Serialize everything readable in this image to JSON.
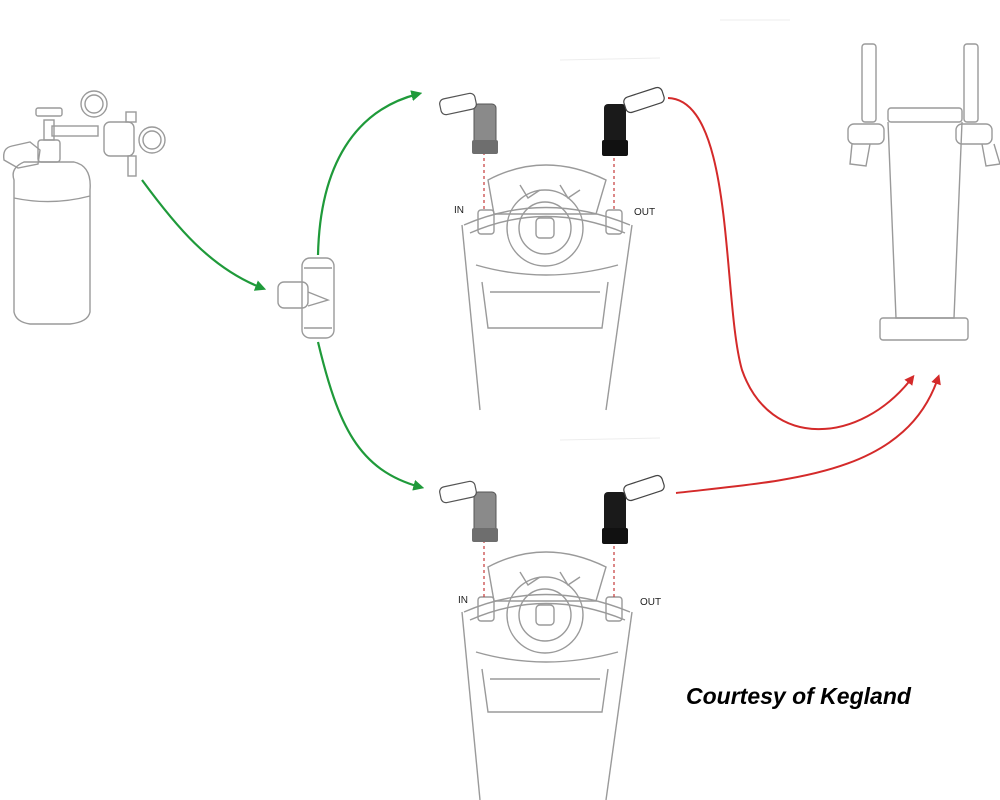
{
  "labels": {
    "keg_top_in": "IN",
    "keg_top_out": "OUT",
    "keg_bottom_in": "IN",
    "keg_bottom_out": "OUT"
  },
  "credit": "Courtesy of Kegland",
  "colors": {
    "gas_line": "#1f9a3a",
    "beer_line": "#d42a2a",
    "drawing": "#9a9a9a",
    "gas_disconnect": "#8a8a8a",
    "liquid_disconnect": "#1a1a1a"
  }
}
